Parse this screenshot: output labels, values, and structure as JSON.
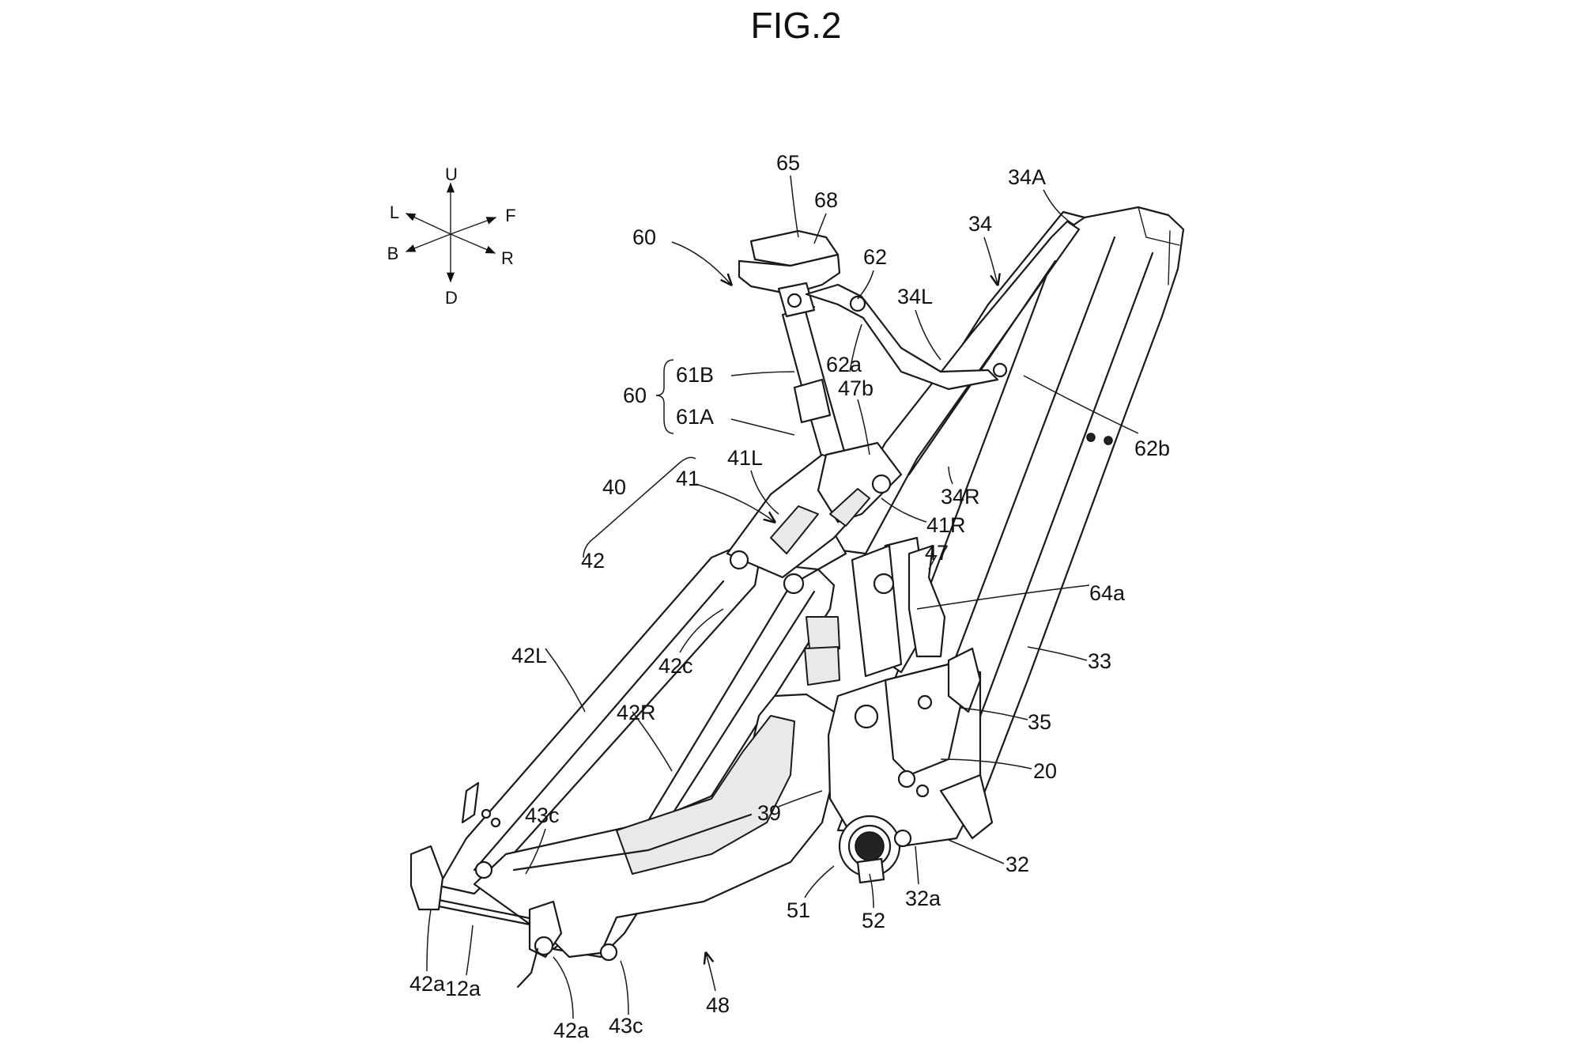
{
  "figure": {
    "title": "FIG.2"
  },
  "compass": {
    "up": "U",
    "down": "D",
    "left": "L",
    "right": "R",
    "front": "F",
    "back": "B"
  },
  "labels": {
    "l65": "65",
    "l68": "68",
    "l60top": "60",
    "l62": "62",
    "l34": "34",
    "l34A": "34A",
    "l34L": "34L",
    "l62a": "62a",
    "l61B": "61B",
    "l60brace": "60",
    "l47b": "47b",
    "l61A": "61A",
    "l62b": "62b",
    "l41L": "41L",
    "l40": "40",
    "l41": "41",
    "l34R": "34R",
    "l41R": "41R",
    "l42": "42",
    "l47": "47",
    "l64a": "64a",
    "l42c": "42c",
    "l33": "33",
    "l42L": "42L",
    "l35": "35",
    "l42R": "42R",
    "l20": "20",
    "l39": "39",
    "l43c_upper": "43c",
    "l32": "32",
    "l32a": "32a",
    "l51": "51",
    "l52": "52",
    "l42a_left": "42a",
    "l12a": "12a",
    "l48": "48",
    "l42a_bottom": "42a",
    "l43c_bottom": "43c"
  }
}
